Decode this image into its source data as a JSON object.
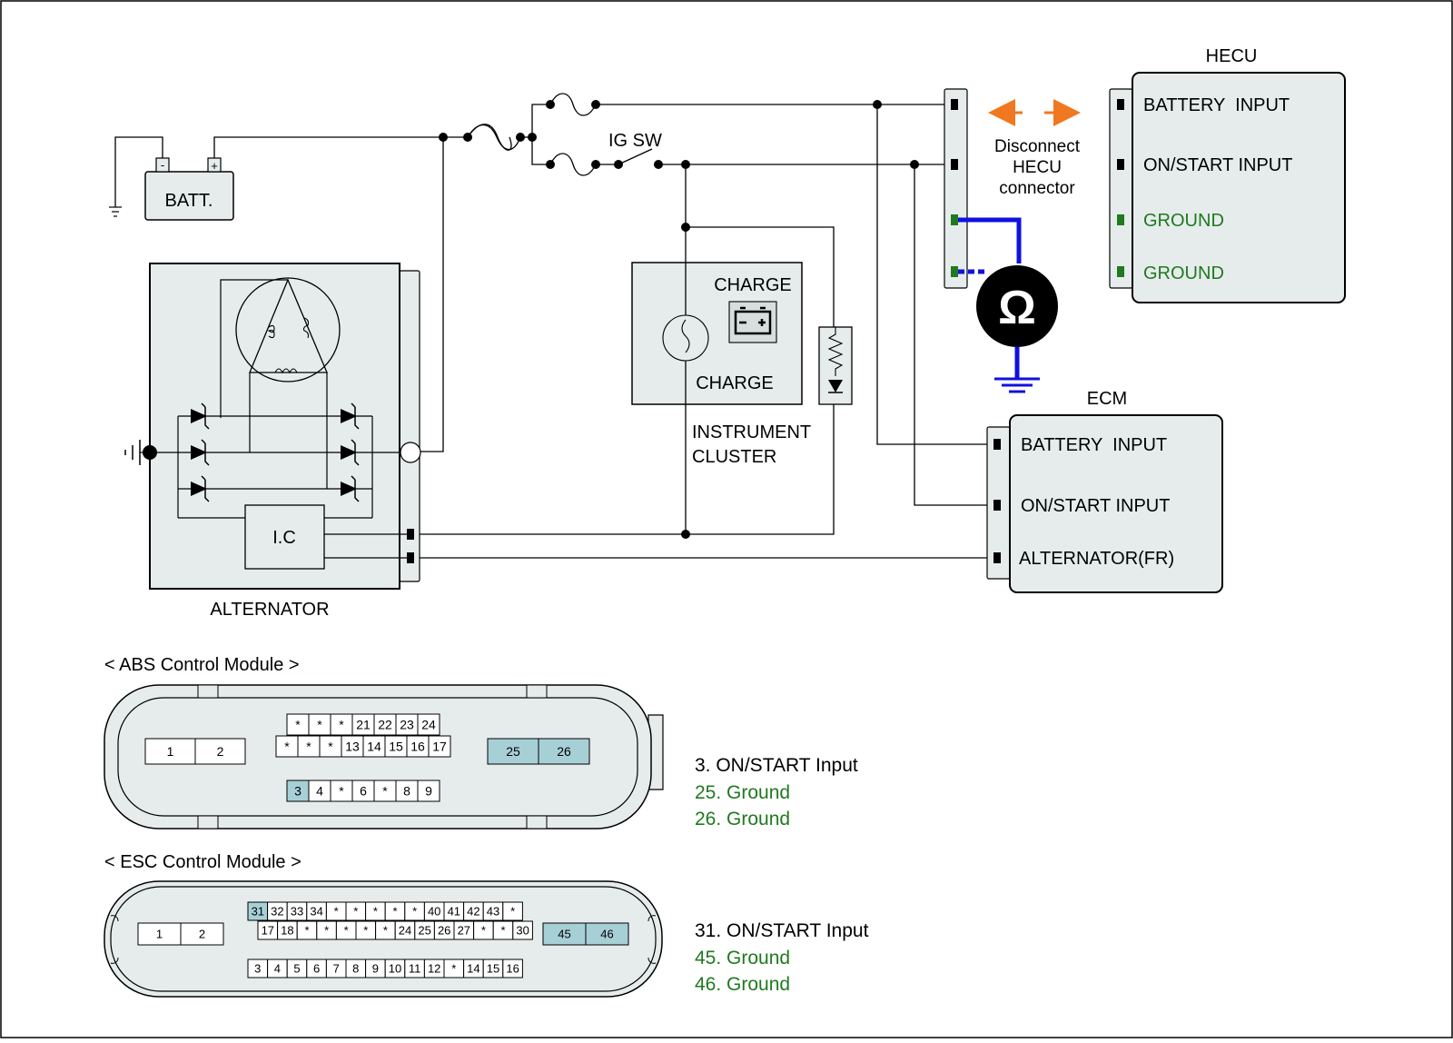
{
  "colors": {
    "panel_fill": "#e6ecec",
    "line": "#000000",
    "green_label": "#1f7a1f",
    "pin_highlight": "#a7d0d6",
    "probe_wire": "#1010e0",
    "arrow": "#f07820"
  },
  "icons": {
    "ohmmeter": "ohmmeter-icon",
    "ground": "ground-symbol-icon",
    "battery": "battery-icon",
    "fuse": "fuse-icon",
    "switch": "switch-icon",
    "diode": "diode-icon",
    "lamp": "lamp-icon"
  },
  "battery": {
    "label": "BATT.",
    "neg": "-",
    "pos": "+"
  },
  "ig_switch": {
    "label": "IG SW"
  },
  "alternator": {
    "label": "ALTERNATOR",
    "ic_label": "I.C"
  },
  "instrument_cluster": {
    "label_line1": "INSTRUMENT",
    "label_line2": "CLUSTER",
    "charge_top": "CHARGE",
    "charge_bottom": "CHARGE"
  },
  "disconnect_note": {
    "line1": "Disconnect",
    "line2": "HECU",
    "line3": "connector"
  },
  "hecu": {
    "title": "HECU",
    "pins": [
      "BATTERY  INPUT",
      "ON/START INPUT",
      "GROUND",
      "GROUND"
    ]
  },
  "ecm": {
    "title": "ECM",
    "pins": [
      "BATTERY  INPUT",
      "ON/START INPUT",
      "ALTERNATOR(FR)"
    ]
  },
  "abs": {
    "title": "< ABS Control Module >",
    "left_pins": [
      "1",
      "2"
    ],
    "top_row": [
      "*",
      "*",
      "*",
      "21",
      "22",
      "23",
      "24"
    ],
    "mid_row": [
      "*",
      "*",
      "*",
      "13",
      "14",
      "15",
      "16",
      "17"
    ],
    "bottom_row": [
      "3",
      "4",
      "*",
      "6",
      "*",
      "8",
      "9"
    ],
    "right_pins": [
      "25",
      "26"
    ],
    "legend": [
      "3. ON/START Input",
      "25. Ground",
      "26. Ground"
    ]
  },
  "esc": {
    "title": "< ESC Control Module >",
    "left_pins": [
      "1",
      "2"
    ],
    "top_row": [
      "31",
      "32",
      "33",
      "34",
      "*",
      "*",
      "*",
      "*",
      "*",
      "40",
      "41",
      "42",
      "43",
      "*"
    ],
    "mid_row": [
      "17",
      "18",
      "*",
      "*",
      "*",
      "*",
      "*",
      "24",
      "25",
      "26",
      "27",
      "*",
      "*",
      "30"
    ],
    "bottom_row": [
      "3",
      "4",
      "5",
      "6",
      "7",
      "8",
      "9",
      "10",
      "11",
      "12",
      "*",
      "14",
      "15",
      "16"
    ],
    "right_pins": [
      "45",
      "46"
    ],
    "legend": [
      "31. ON/START Input",
      "45. Ground",
      "46. Ground"
    ]
  }
}
